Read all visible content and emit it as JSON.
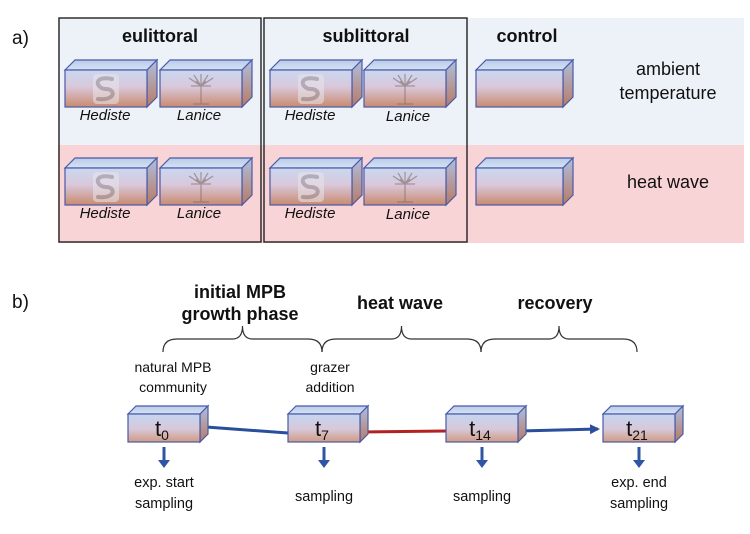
{
  "panel_a": {
    "letter": "a)",
    "columns": {
      "eulittoral": "eulittoral",
      "sublittoral": "sublittoral",
      "control": "control"
    },
    "rows": {
      "ambient": "ambient temperature",
      "heatwave": "heat wave"
    },
    "species": {
      "hediste": "Hediste",
      "lanice": "Lanice"
    },
    "colors": {
      "ambient_bg": "#edf2f8",
      "heatwave_bg": "#f9d4d6",
      "box_border": "#4a5aa8"
    }
  },
  "panel_b": {
    "letter": "b)",
    "phases": {
      "initial": "initial MPB\ngrowth phase",
      "heatwave": "heat wave",
      "recovery": "recovery"
    },
    "notes": {
      "natural": "natural MPB\ncommunity",
      "grazer": "grazer\naddition"
    },
    "timepoints": [
      {
        "base": "t",
        "sub": "0",
        "caption": "exp. start\nsampling"
      },
      {
        "base": "t",
        "sub": "7",
        "caption": "sampling"
      },
      {
        "base": "t",
        "sub": "14",
        "caption": "sampling"
      },
      {
        "base": "t",
        "sub": "21",
        "caption": "exp. end\nsampling"
      }
    ],
    "colors": {
      "line_blue": "#2a4d9c",
      "line_red": "#b22222",
      "arrow_blue": "#2f55a4"
    }
  }
}
